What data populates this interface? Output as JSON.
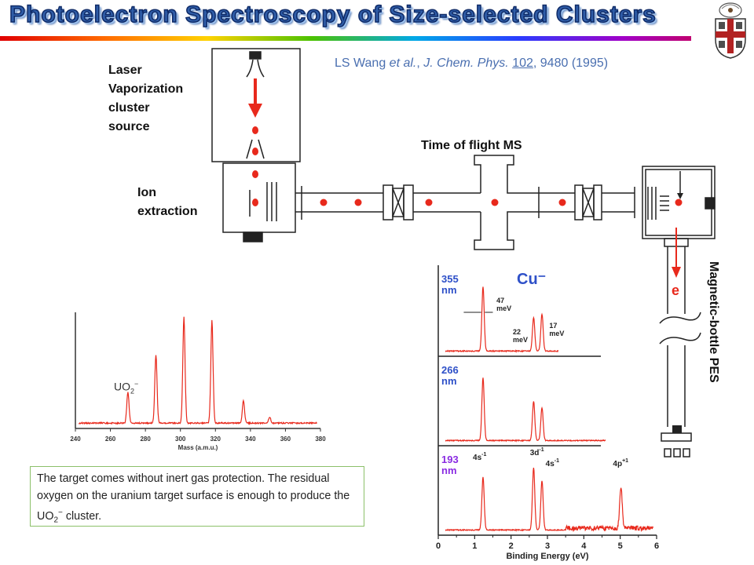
{
  "title": "Photoelectron Spectroscopy of Size-selected Clusters",
  "citation": {
    "authors": "LS Wang",
    "etal": " et al.",
    "journal": " J. Chem. Phys.",
    "volume": "102",
    "rest": ", 9480 (1995)"
  },
  "labels": {
    "laser_lines": [
      "Laser",
      "Vaporization",
      "cluster",
      "source"
    ],
    "ion_lines": [
      "Ion",
      "extraction"
    ],
    "tof": "Time of flight MS",
    "mbpes": "Magnetic-bottle  PES",
    "electron": "e",
    "cu_anion": "Cu⁻"
  },
  "note": {
    "text_before": "The target comes without inert gas protection. The residual oxygen on the uranium target surface is enough to produce the UO",
    "sub": "2",
    "sup": "−",
    "text_after": " cluster."
  },
  "colors": {
    "title_blue": "#2f5da8",
    "diagram_red": "#e8291c",
    "blue_label": "#2e50c8",
    "purple_label": "#8a2be2",
    "note_border": "#8cc06a"
  },
  "logo": {
    "icon": "brown-university-shield-icon"
  },
  "chart_data": [
    {
      "type": "line",
      "name": "mass-spectrum",
      "xlabel": "Mass (a.m.u.)",
      "ylabel": "",
      "xlim": [
        240,
        380
      ],
      "xticks": [
        240,
        260,
        280,
        300,
        320,
        340,
        360,
        380
      ],
      "annotation": {
        "text": "UO",
        "sub": "2",
        "sup": "−"
      },
      "peaks": [
        {
          "x": 270,
          "height": 0.28
        },
        {
          "x": 286,
          "height": 0.61
        },
        {
          "x": 302,
          "height": 0.95
        },
        {
          "x": 318,
          "height": 0.92
        },
        {
          "x": 336,
          "height": 0.2
        },
        {
          "x": 351,
          "height": 0.05
        }
      ]
    },
    {
      "type": "line",
      "name": "photoelectron-spectra",
      "xlabel": "Binding Energy (eV)",
      "xlim": [
        0,
        6
      ],
      "xticks": [
        0,
        1,
        2,
        3,
        4,
        5,
        6
      ],
      "series": [
        {
          "name": "355 nm",
          "wl": "355",
          "unit": "nm",
          "peaks": [
            {
              "x": 1.23,
              "h": 0.95
            },
            {
              "x": 2.62,
              "h": 0.5
            },
            {
              "x": 2.85,
              "h": 0.55
            }
          ],
          "annotations": [
            "47",
            "meV",
            "22",
            "meV",
            "17",
            "meV"
          ]
        },
        {
          "name": "266 nm",
          "wl": "266",
          "unit": "nm",
          "peaks": [
            {
              "x": 1.23,
              "h": 0.95
            },
            {
              "x": 2.62,
              "h": 0.6
            },
            {
              "x": 2.85,
              "h": 0.5
            }
          ]
        },
        {
          "name": "193 nm",
          "wl": "193",
          "unit": "nm",
          "peaks": [
            {
              "x": 1.23,
              "h": 0.8
            },
            {
              "x": 2.62,
              "h": 0.95
            },
            {
              "x": 2.85,
              "h": 0.75
            },
            {
              "x": 5.02,
              "h": 0.62
            }
          ],
          "peak_labels": [
            {
              "main": "4s",
              "sup": "-1"
            },
            {
              "main": "3d",
              "sup": "-1"
            },
            {
              "main": "4s",
              "sup": "-1"
            },
            {
              "main": "4p",
              "sup": "+1"
            }
          ]
        }
      ]
    }
  ]
}
